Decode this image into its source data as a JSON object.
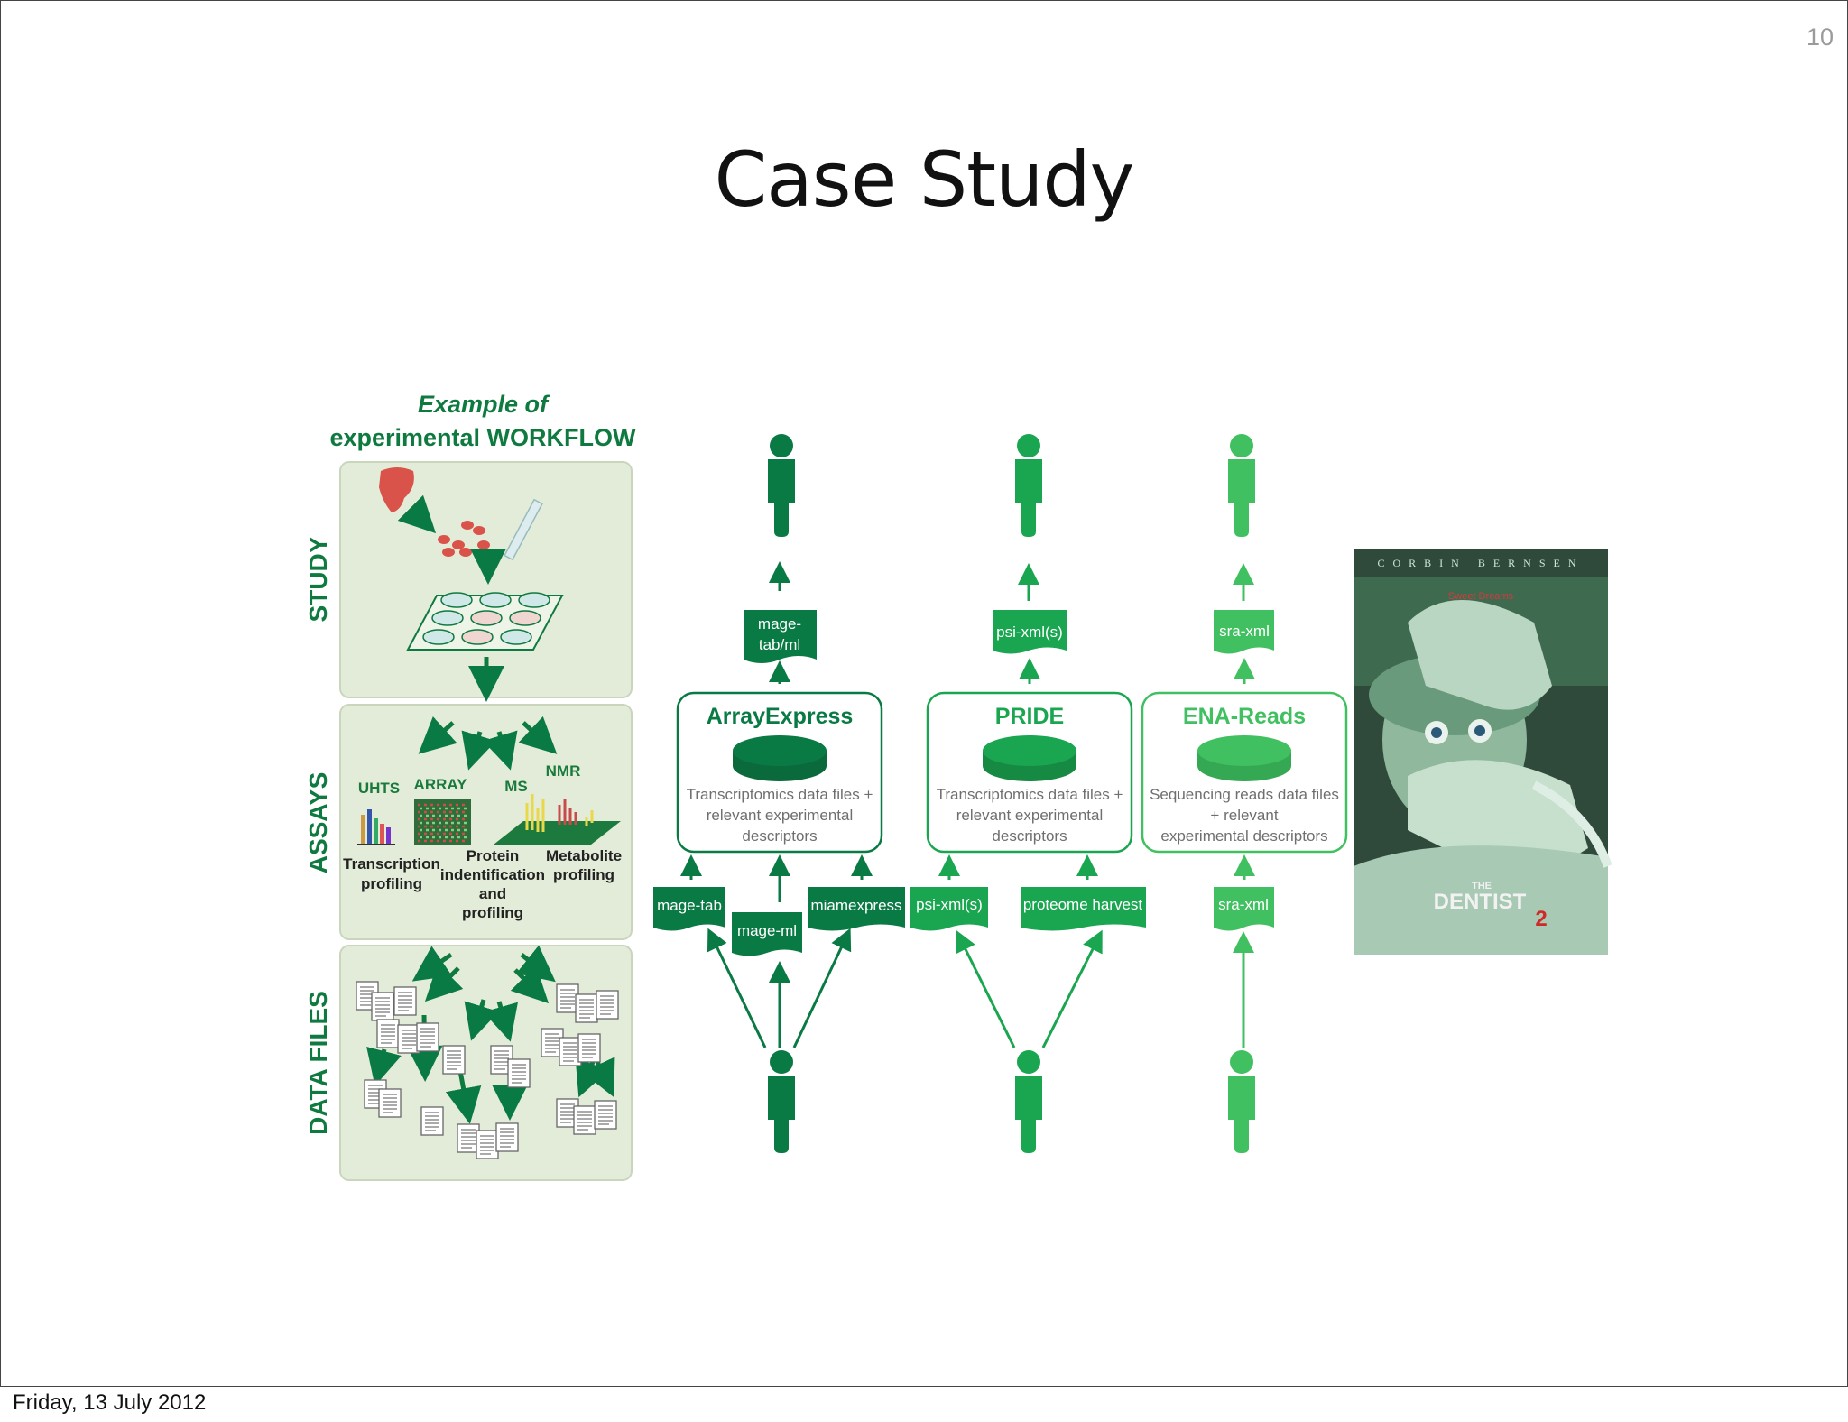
{
  "slide": {
    "page_number": "10",
    "title": "Case Study",
    "footer_date": "Friday, 13 July 2012"
  },
  "workflow": {
    "heading_line1": "Example of",
    "heading_line2": "experimental WORKFLOW",
    "stages": [
      "STUDY",
      "ASSAYS",
      "DATA FILES"
    ],
    "assay_labels": {
      "uhts": "UHTS",
      "array": "ARRAY",
      "ms": "MS",
      "nmr": "NMR"
    },
    "assay_types": {
      "transcription_1": "Transcription",
      "transcription_2": "profiling",
      "protein_1": "Protein",
      "protein_2": "indentification",
      "protein_3": "and",
      "protein_4": "profiling",
      "metabolite_1": "Metabolite",
      "metabolite_2": "profiling"
    }
  },
  "repositories": [
    {
      "name": "ArrayExpress",
      "desc_1": "Transcriptomics data files +",
      "desc_2": "relevant experimental",
      "desc_3": "descriptors",
      "output_1": "mage-",
      "output_2": "tab/ml",
      "inputs": [
        "mage-tab",
        "mage-ml",
        "miamexpress"
      ],
      "color": "#0a7a45"
    },
    {
      "name": "PRIDE",
      "desc_1": "Transcriptomics data files +",
      "desc_2": "relevant experimental",
      "desc_3": "descriptors",
      "output_1": "psi-xml(s)",
      "inputs": [
        "psi-xml(s)",
        "proteome harvest"
      ],
      "color": "#1aa650"
    },
    {
      "name": "ENA-Reads",
      "desc_1": "Sequencing reads data files",
      "desc_2": "+ relevant",
      "desc_3": "experimental descriptors",
      "output_1": "sra-xml",
      "inputs": [
        "sra-xml"
      ],
      "color": "#40c060"
    }
  ],
  "poster": {
    "top_text": "CORBIN BERNSEN",
    "tagline": "Sweet Dreams",
    "title_small": "THE",
    "title": "DENTIST",
    "number": "2"
  },
  "colors": {
    "workflow_green": "#0f7a3f",
    "panel_bg": "#e3ecd8",
    "arrayexpress": "#0a7a45",
    "pride": "#1aa650",
    "ena": "#40c060"
  }
}
